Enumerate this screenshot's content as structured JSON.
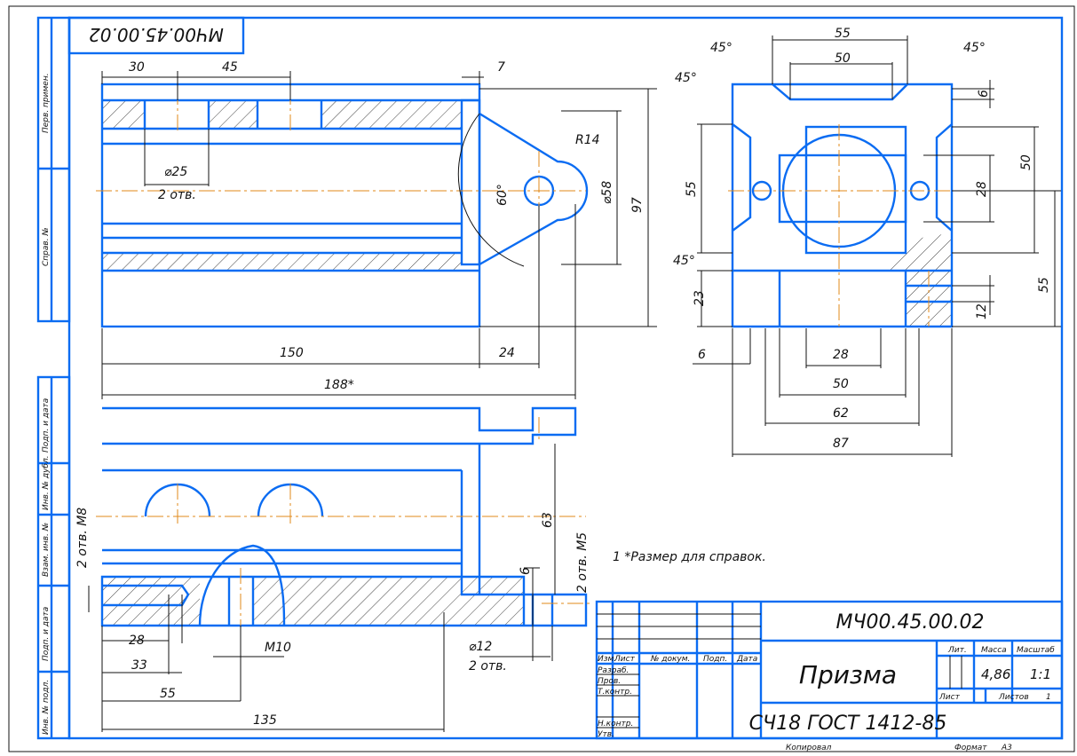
{
  "colors": {
    "contour": "#0b6cf2",
    "centerline": "#e0891a",
    "thin": "#111111"
  },
  "stamp_top": "МЧ00.45.00.02",
  "side": [
    "Перв. примен.",
    "Справ. №",
    "Подп. и дата",
    "Инв. № дубл.",
    "Взам. инв. №",
    "Подп. и дата",
    "Инв. № подл."
  ],
  "front": {
    "d30": "30",
    "d45": "45",
    "d7": "7",
    "d25": "⌀25",
    "holes2": "2 отв.",
    "r14": "R14",
    "a60": "60°",
    "d58": "⌀58",
    "d97": "97",
    "d150": "150",
    "d24": "24",
    "d188": "188*"
  },
  "side_view": {
    "d55t": "55",
    "d50t": "50",
    "a1": "45°",
    "a2": "45°",
    "a3": "45°",
    "a4": "45°",
    "d6": "6",
    "d55l": "55",
    "d50r": "50",
    "d28r": "28",
    "d55r": "55",
    "d23": "23",
    "d12": "12",
    "d6b": "6",
    "d28b": "28",
    "d50b": "50",
    "d62": "62",
    "d87": "87"
  },
  "plan": {
    "m8": "2 отв. М8",
    "d63": "63",
    "m5": "2 отв. М5",
    "d6": "6",
    "d28": "28",
    "d33": "33",
    "d55": "55",
    "d135": "135",
    "m10": "М10",
    "d12": "⌀12",
    "holes2": "2 отв."
  },
  "note": "1  *Размер для справок.",
  "title_block": {
    "designation": "МЧ00.45.00.02",
    "name": "Призма",
    "material": "СЧ18  ГОСТ 1412-85",
    "headers": {
      "izm": "Изм.",
      "list": "Лист",
      "doc": "№ докум.",
      "sign": "Подп.",
      "date": "Дата"
    },
    "rows": [
      "Разраб.",
      "Пров.",
      "Т.контр.",
      "",
      "Н.контр.",
      "Утв."
    ],
    "lit": "Лит.",
    "mass_label": "Масса",
    "scale_label": "Масштаб",
    "mass": "4,86",
    "scale": "1:1",
    "sheet": "Лист",
    "sheets": "Листов",
    "sheets_count": "1"
  },
  "footer": {
    "copied": "Копировал",
    "format_label": "Формат",
    "format": "А3"
  }
}
